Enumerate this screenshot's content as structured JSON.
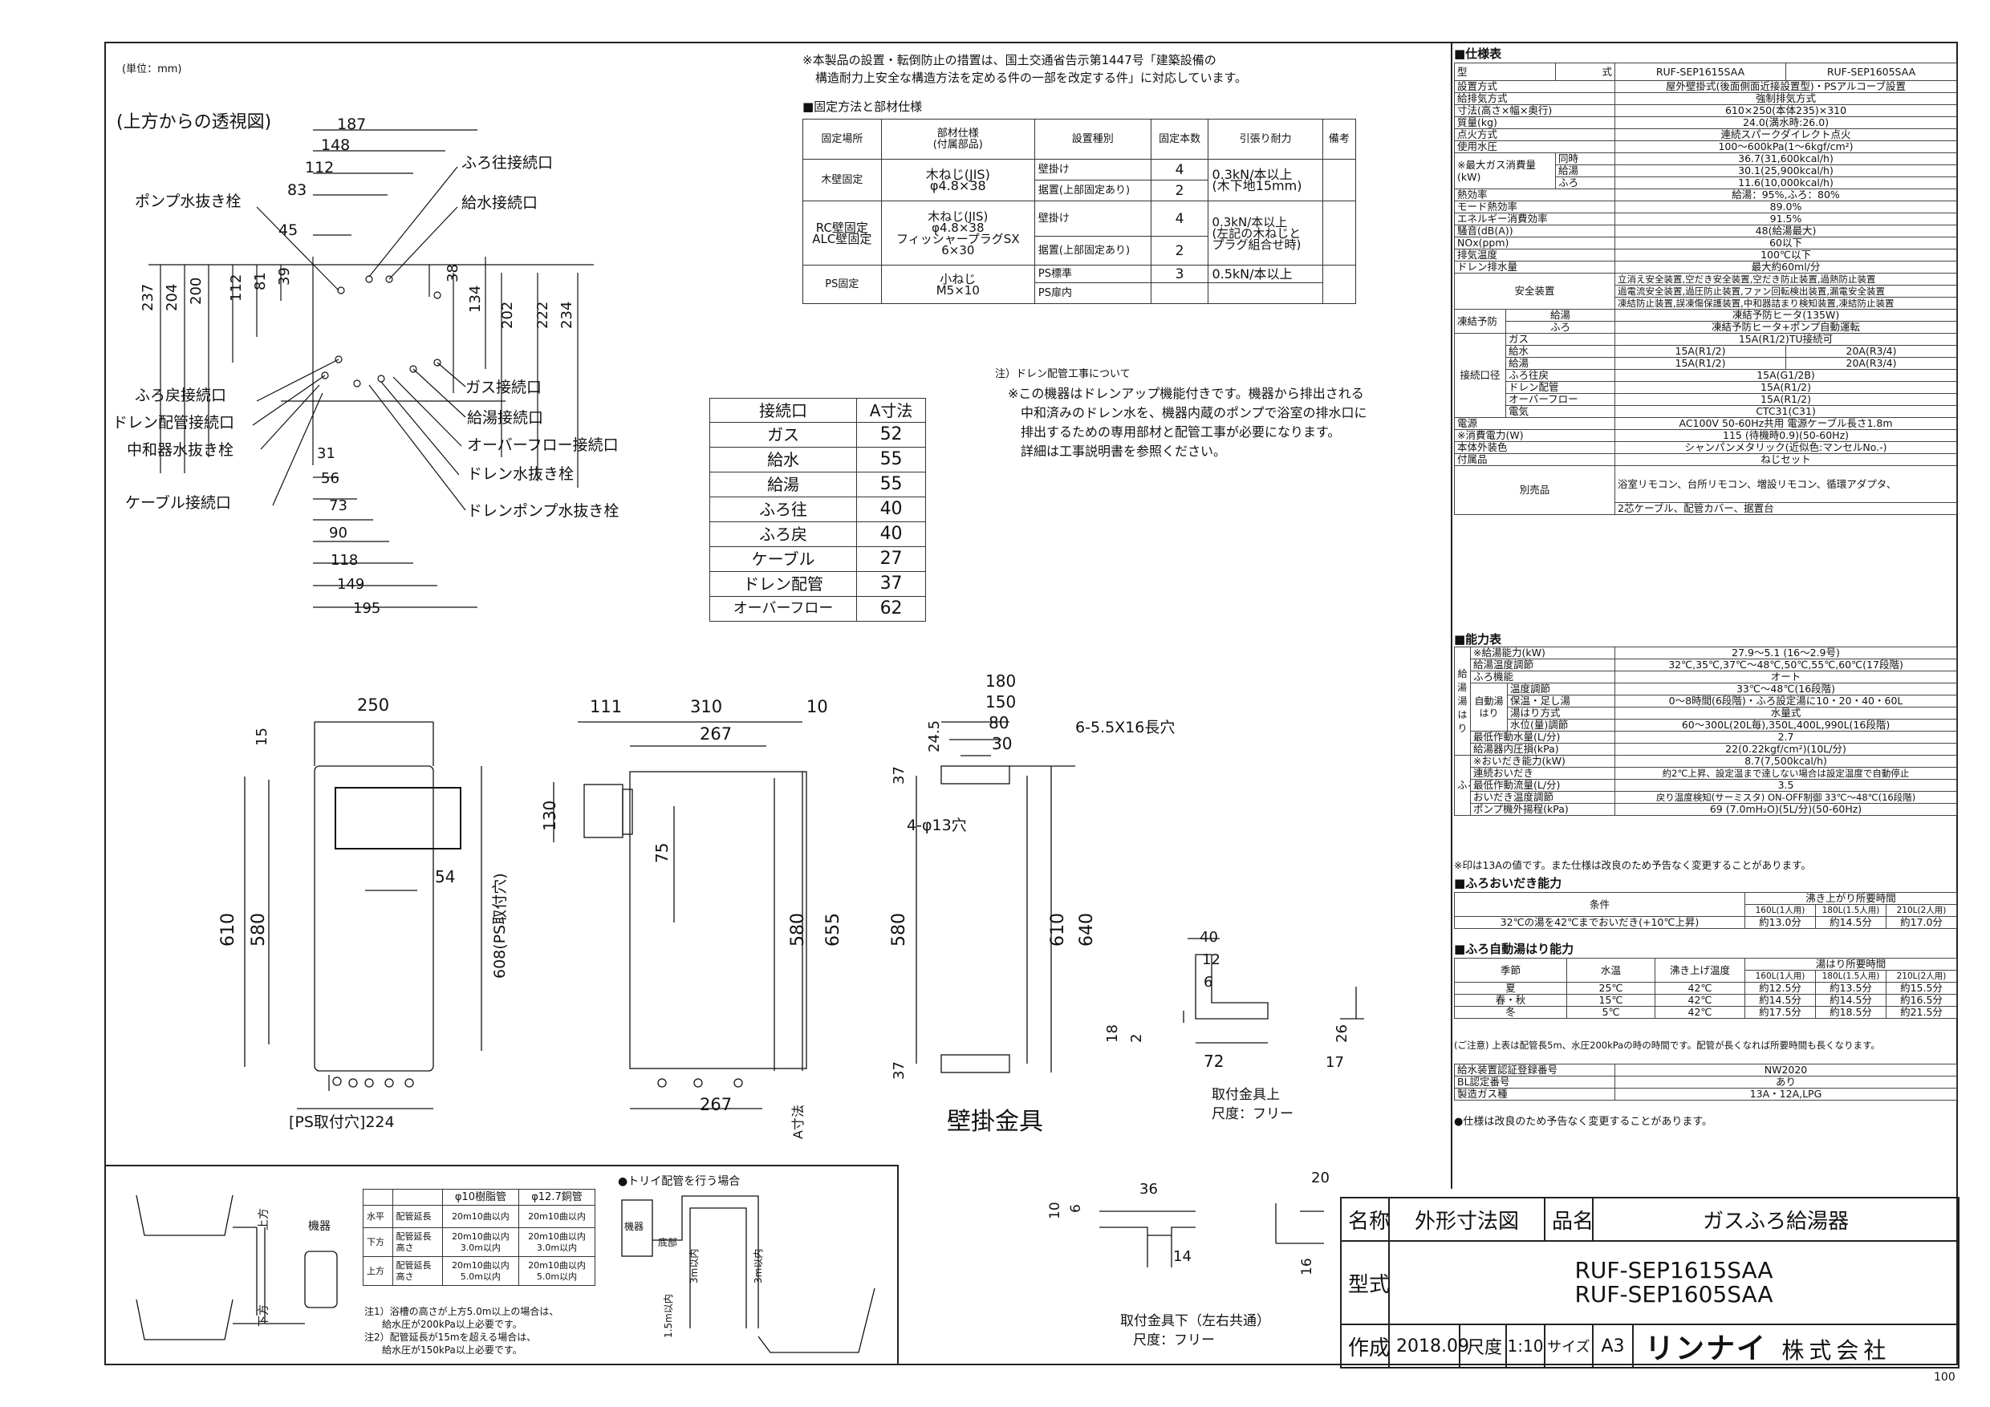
{
  "unit_note": "(単位：mm)",
  "top_view_label": "(上方からの透視図)",
  "install_note": [
    "※本製品の設置・転倒防止の措置は、国土交通省告示第1447号「建築設備の",
    "構造耐力上安全な構造方法を定める件の一部を改定する件」に対応しています。"
  ],
  "fix_header": "■固定方法と部材仕様",
  "fix_table": {
    "headers": [
      "固定場所",
      "部材仕様\n(付属部品)",
      "設置種別",
      "固定本数",
      "引張り耐力",
      "備考"
    ],
    "rows": [
      [
        "木壁固定",
        "木ねじ(JIS)\nφ4.8×38",
        "壁掛け",
        "4",
        "0.3kN/本以上\n(木下地15mm)",
        ""
      ],
      [
        "",
        "",
        "据置(上部固定あり)",
        "2",
        "",
        ""
      ],
      [
        "RC壁固定\nALC壁固定",
        "木ねじ(JIS)\nφ4.8×38\nフィッシャープラグSX\n6×30",
        "壁掛け",
        "4",
        "0.3kN/本以上\n(左記の木ねじと\nプラグ組合せ時)",
        ""
      ],
      [
        "",
        "",
        "据置(上部固定あり)",
        "2",
        "",
        ""
      ],
      [
        "PS固定",
        "小ねじ\nM5×10",
        "PS標準",
        "3",
        "0.5kN/本以上",
        ""
      ],
      [
        "",
        "",
        "PS扉内",
        "",
        "",
        ""
      ]
    ]
  },
  "drain_note": [
    "注）ドレン配管工事について",
    "※この機器はドレンアップ機能付きです。機器から排出される",
    "中和済みのドレン水を、機器内蔵のポンプで浴室の排水口に",
    "排出するための専用部材と配管工事が必要になります。",
    "詳細は工事説明書を参照ください。"
  ],
  "a_table": {
    "headers": [
      "接続口",
      "A寸法"
    ],
    "rows": [
      [
        "ガス",
        "52"
      ],
      [
        "給水",
        "55"
      ],
      [
        "給湯",
        "55"
      ],
      [
        "ふろ往",
        "40"
      ],
      [
        "ふろ戻",
        "40"
      ],
      [
        "ケーブル",
        "27"
      ],
      [
        "ドレン配管",
        "37"
      ],
      [
        "オーバーフロー",
        "62"
      ]
    ]
  },
  "top_labels": {
    "furo_out": "ふろ往接続口",
    "pump_drain": "ポンプ水抜き栓",
    "water_in": "給水接続口",
    "furo_back": "ふろ戻接続口",
    "gas": "ガス接続口",
    "drain_pipe": "ドレン配管接続口",
    "hot_water": "給湯接続口",
    "neutralizer": "中和器水抜き栓",
    "overflow": "オーバーフロー接続口",
    "drain_plug": "ドレン水抜き栓",
    "cable": "ケーブル接続口",
    "drain_pump_plug": "ドレンポンプ水抜き栓"
  },
  "top_dims": {
    "h": [
      "187",
      "148",
      "112",
      "83",
      "45"
    ],
    "v": [
      "237",
      "204",
      "200",
      "112",
      "81",
      "39",
      "38",
      "134",
      "202",
      "222",
      "234"
    ],
    "b": [
      "31",
      "56",
      "73",
      "90",
      "118",
      "149",
      "195"
    ]
  },
  "front_dims": [
    "250",
    "15",
    "610",
    "580",
    "54",
    "608(PS取付穴)",
    "[PS取付穴]224"
  ],
  "side_dims": [
    "111",
    "310",
    "10",
    "267",
    "130",
    "75",
    "580",
    "655",
    "267",
    "A寸法"
  ],
  "bracket_dims": [
    "180",
    "150",
    "80",
    "30",
    "24.5",
    "6-5.5X16長穴",
    "4-φ13穴",
    "37",
    "580",
    "610",
    "640",
    "37"
  ],
  "bracket_title": "壁掛金具",
  "upper_fitting": {
    "dims": [
      "40",
      "12",
      "6",
      "18",
      "2",
      "72",
      "26",
      "17"
    ],
    "title": "取付金具上",
    "scale": "尺度：フリー"
  },
  "lower_fitting": {
    "dims": [
      "36",
      "10",
      "6",
      "14",
      "20",
      "16"
    ],
    "title": "取付金具下（左右共通）",
    "scale": "尺度：フリー"
  },
  "pipe_table": {
    "headers": [
      "",
      "",
      "φ10樹脂管",
      "φ12.7銅管"
    ],
    "rows": [
      [
        "水平",
        "配管延長",
        "20m10曲以内",
        "20m10曲以内"
      ],
      [
        "下方",
        "配管延長\n高さ",
        "20m10曲以内\n3.0m以内",
        "20m10曲以内\n3.0m以内"
      ],
      [
        "上方",
        "配管延長\n高さ",
        "20m10曲以内\n5.0m以内",
        "20m10曲以内\n5.0m以内"
      ]
    ],
    "notes": [
      "注1）浴槽の高さが上方5.0m以上の場合は、",
      "給水圧が200kPa以上必要です。",
      "注2）配管延長が15mを超える場合は、",
      "給水圧が150kPa以上必要です。"
    ]
  },
  "pipe_figure": {
    "device": "機器",
    "up": "上方",
    "down": "下方",
    "tori": "●トリイ配管を行う場合",
    "bottom": "底部",
    "h1": "3m以内",
    "h2": "1.5m以内",
    "h3": "3m以内"
  },
  "spec_header": "■仕様表",
  "spec": {
    "model_row": [
      "型",
      "式",
      "RUF-SEP1615SAA",
      "RUF-SEP1605SAA"
    ],
    "rows": [
      [
        "設置方式",
        "屋外壁掛式(後面側面近接設置型)・PSアルコーブ設置"
      ],
      [
        "給排気方式",
        "強制排気方式"
      ],
      [
        "寸法(高さ×幅×奥行)",
        "610×250(本体235)×310"
      ],
      [
        "質量(kg)",
        "24.0(満水時:26.0)"
      ],
      [
        "点火方式",
        "連続スパークダイレクト点火"
      ],
      [
        "使用水圧",
        "100～600kPa(1～6kgf/cm²)"
      ]
    ],
    "gas_consumption": {
      "label": "※最大ガス消費量\n(kW)",
      "rows": [
        [
          "同時",
          "36.7(31,600kcal/h)"
        ],
        [
          "給湯",
          "30.1(25,900kcal/h)"
        ],
        [
          "ふろ",
          "11.6(10,000kcal/h)"
        ]
      ]
    },
    "rows2": [
      [
        "熱効率",
        "給湯：95%,ふろ：80%"
      ],
      [
        "モード熱効率",
        "89.0%"
      ],
      [
        "エネルギー消費効率",
        "91.5%"
      ],
      [
        "騒音(dB(A))",
        "48(給湯最大)"
      ],
      [
        "NOx(ppm)",
        "60以下"
      ],
      [
        "排気温度",
        "100℃以下"
      ],
      [
        "ドレン排水量",
        "最大約60ml/分"
      ]
    ],
    "safety": {
      "label": "安全装置",
      "lines": [
        "立消え安全装置,空だき安全装置,空だき防止装置,過熱防止装置",
        "過電流安全装置,過圧防止装置,ファン回転検出装置,漏電安全装置",
        "凍結防止装置,誤凍傷保護装置,中和器詰まり検知装置,凍結防止装置"
      ]
    },
    "freeze": {
      "label": "凍結予防",
      "rows": [
        [
          "給湯",
          "凍結予防ヒータ(135W)"
        ],
        [
          "ふろ",
          "凍結予防ヒータ+ポンプ自動運転"
        ]
      ]
    },
    "connection": {
      "label": "接続口径",
      "rows": [
        [
          "ガス",
          "15A(R1/2)TU接続可",
          ""
        ],
        [
          "給水",
          "15A(R1/2)",
          "20A(R3/4)"
        ],
        [
          "給湯",
          "15A(R1/2)",
          "20A(R3/4)"
        ],
        [
          "ふろ往戻",
          "15A(G1/2B)",
          ""
        ],
        [
          "ドレン配管",
          "15A(R1/2)",
          ""
        ],
        [
          "オーバーフロー",
          "15A(R1/2)",
          ""
        ],
        [
          "電気",
          "CTC31(C31)",
          ""
        ]
      ]
    },
    "rows3": [
      [
        "電源",
        "AC100V 50-60Hz共用 電源ケーブル長さ1.8m"
      ],
      [
        "※消費電力(W)",
        "115 (待機時0.9)(50-60Hz)"
      ],
      [
        "本体外装色",
        "シャンパンメタリック(近似色:マンセルNo.-)"
      ],
      [
        "付属品",
        "ねじセット"
      ]
    ],
    "optional": {
      "label": "別売品",
      "lines": [
        "浴室リモコン、台所リモコン、増設リモコン、循環アダプタ、",
        "2芯ケーブル、配管カバー、据置台"
      ]
    }
  },
  "capacity_header": "■能力表",
  "capacity": {
    "hot_label": "給湯・湯はり",
    "furo_label": "ふろ",
    "rows": [
      [
        "",
        "※給湯能力(kW)",
        "27.9～5.1 (16～2.9号)"
      ],
      [
        "",
        "給湯温度調節",
        "32℃,35℃,37℃～48℃,50℃,55℃,60℃(17段階)"
      ],
      [
        "",
        "ふろ機能",
        "オート"
      ],
      [
        "自動湯はり",
        "温度調節",
        "33℃～48℃(16段階)"
      ],
      [
        "",
        "保温・足し湯",
        "0～8時間(6段階)・ふろ設定湯に10・20・40・60L"
      ],
      [
        "",
        "湯はり方式",
        "水量式"
      ],
      [
        "",
        "水位(量)調節",
        "60～300L(20L毎),350L,400L,990L(16段階)"
      ],
      [
        "",
        "最低作動水量(L/分)",
        "2.7"
      ],
      [
        "",
        "給湯器内圧損(kPa)",
        "22(0.22kgf/cm²)(10L/分)"
      ],
      [
        "",
        "※おいだき能力(kW)",
        "8.7(7,500kcal/h)"
      ],
      [
        "",
        "連続おいだき",
        "約2℃上昇、設定温まで達しない場合は設定温度で自動停止"
      ],
      [
        "",
        "最低作動流量(L/分)",
        "3.5"
      ],
      [
        "",
        "おいだき温度調節",
        "戻り温度検知(サーミスタ) ON-OFF制御 33℃～48℃(16段階)"
      ],
      [
        "",
        "ポンプ機外揚程(kPa)",
        "69 (7.0mH₂O)(5L/分)(50-60Hz)"
      ]
    ],
    "note": "※印は13Aの値です。また仕様は改良のため予告なく変更することがあります。"
  },
  "reheat_header": "■ふろおいだき能力",
  "reheat": {
    "cond_label": "条件",
    "time_label": "沸き上がり所要時間",
    "cols": [
      "160L(1人用)",
      "180L(1.5人用)",
      "210L(2人用)"
    ],
    "row": [
      "32℃の湯を42℃までおいだき(+10℃上昇)",
      "約13.0分",
      "約14.5分",
      "約17.0分"
    ]
  },
  "autofill_header": "■ふろ自動湯はり能力",
  "autofill": {
    "headers": [
      "季節",
      "水温",
      "沸き上げ温度"
    ],
    "time_label": "湯はり所要時間",
    "cols": [
      "160L(1人用)",
      "180L(1.5人用)",
      "210L(2人用)"
    ],
    "rows": [
      [
        "夏",
        "25℃",
        "42℃",
        "約12.5分",
        "約13.5分",
        "約15.5分"
      ],
      [
        "春・秋",
        "15℃",
        "42℃",
        "約14.5分",
        "約14.5分",
        "約16.5分"
      ],
      [
        "冬",
        "5℃",
        "42℃",
        "約17.5分",
        "約18.5分",
        "約21.5分"
      ]
    ],
    "note": "(ご注意) 上表は配管長5m、水圧200kPaの時の時間です。配管が長くなれば所要時間も長くなります。"
  },
  "cert": [
    [
      "給水装置認証登録番号",
      "NW2020"
    ],
    [
      "BL認定番号",
      "あり"
    ],
    [
      "製造ガス種",
      "13A・12A,LPG"
    ]
  ],
  "cert_note": "●仕様は改良のため予告なく変更することがあります。",
  "title_block": {
    "name_label": "名称",
    "name_value": "外形寸法図",
    "product_label": "品名",
    "product_value": "ガスふろ給湯器",
    "model_label": "型式",
    "model_values": [
      "RUF-SEP1615SAA",
      "RUF-SEP1605SAA"
    ],
    "created_label": "作成",
    "created_value": "2018.09",
    "scale_label": "尺度",
    "scale_value": "1:10",
    "size_label": "サイズ",
    "size_value": "A3",
    "company_brand": "リンナイ",
    "company_suffix": "株式会社",
    "page": "100"
  }
}
